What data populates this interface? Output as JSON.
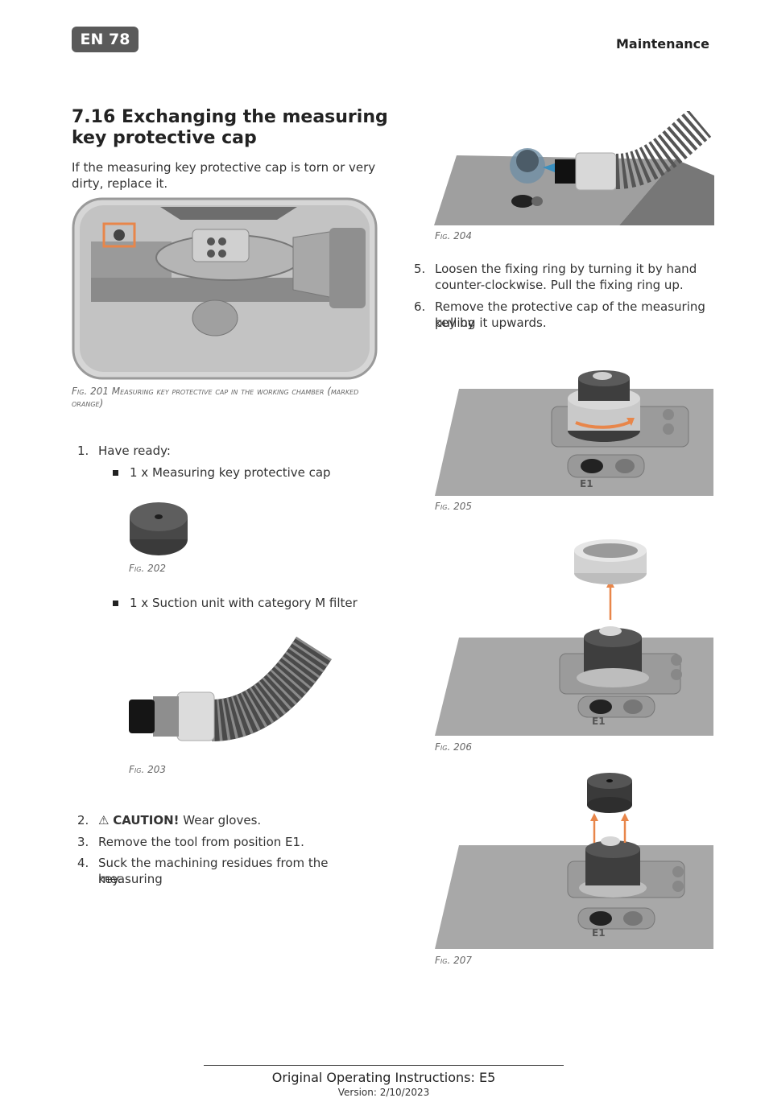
{
  "header": {
    "page_badge": "EN 78",
    "section": "Maintenance"
  },
  "title": "7.16 Exchanging the measuring key protective cap",
  "intro": "If the measuring key protective cap is torn or very dirty, replace it.",
  "figures": {
    "fig201": "Fig. 201 Measuring key protective cap in the working chamber (marked orange)",
    "fig202": "Fig. 202",
    "fig203": "Fig. 203",
    "fig204": "Fig. 204",
    "fig205": "Fig. 205",
    "fig206": "Fig. 206",
    "fig207": "Fig. 207"
  },
  "steps": {
    "s1_num": "1.",
    "s1": "Have ready:",
    "bullet1": "1 x Measuring key protective cap",
    "bullet2": "1 x Suction unit with category M filter",
    "s2_num": "2.",
    "s2_warn": "CAUTION!",
    "s2": " Wear gloves.",
    "s3_num": "3.",
    "s3": "Remove the tool from position E1.",
    "s4_num": "4.",
    "s4_line1": "Suck the machining residues from the measuring",
    "s4_line2": "key.",
    "s5_num": "5.",
    "s5_line1": "Loosen the fixing ring by turning it by hand",
    "s5_line2": "counter-clockwise. Pull the fixing ring up.",
    "s6_num": "6.",
    "s6_line1": "Remove the protective cap of the measuring key by",
    "s6_line2": "pulling it upwards."
  },
  "labels": {
    "e1": "E1"
  },
  "footer": {
    "line1": "Original Operating Instructions: E5",
    "line2": "Version: 2/10/2023"
  },
  "colors": {
    "accent_orange": "#e8864a",
    "badge_bg": "#5a5a5a",
    "machine_gray": "#a9a9a9"
  }
}
